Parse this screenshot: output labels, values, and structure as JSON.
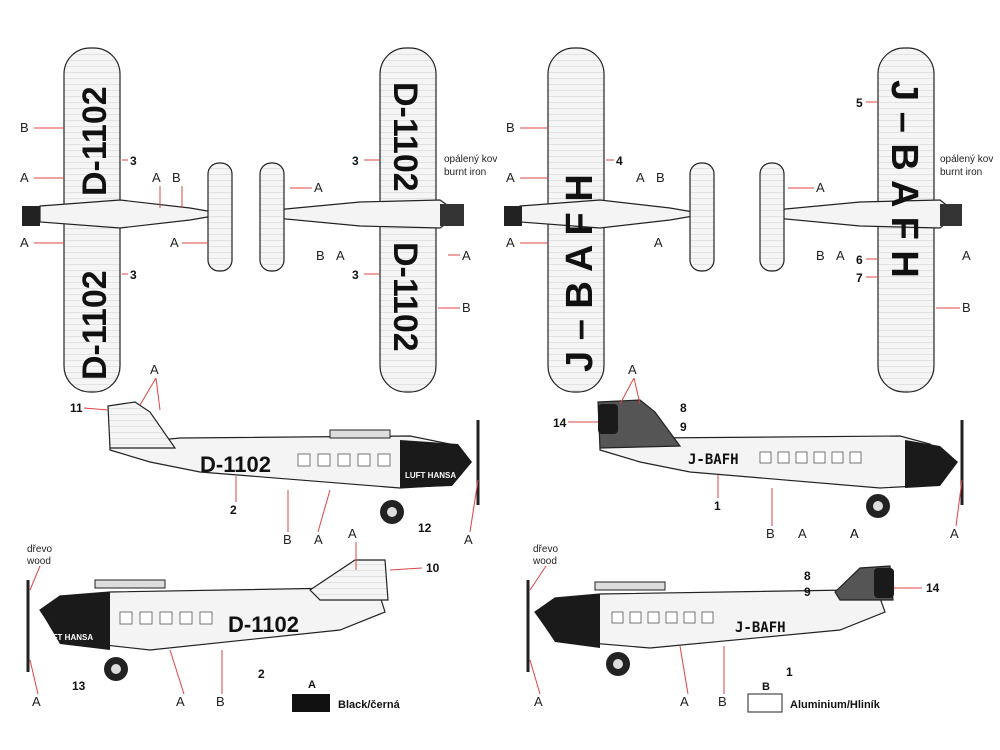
{
  "registrations": {
    "german": "D-1102",
    "german_split_a": "D-1102",
    "german_split_b": "D-1102",
    "japanese": "J-BAFH",
    "japanese_spaced": "J – B A F H"
  },
  "livery_text": {
    "luft_hansa": "LUFT HANSA"
  },
  "notes": {
    "burnt_iron_cz": "opálený kov",
    "burnt_iron_en": "burnt iron",
    "wood_cz": "dřevo",
    "wood_en": "wood"
  },
  "callouts": {
    "A": "A",
    "B": "B",
    "n1": "1",
    "n2": "2",
    "n3": "3",
    "n4": "4",
    "n5": "5",
    "n6": "6",
    "n7": "7",
    "n8": "8",
    "n9": "9",
    "n10": "10",
    "n11": "11",
    "n12": "12",
    "n13": "13",
    "n14": "14"
  },
  "legend": {
    "a_code": "A",
    "a_label": "Black/černá",
    "a_color": "#111111",
    "b_code": "B",
    "b_label": "Aluminium/Hliník",
    "b_color": "#ffffff"
  },
  "colors": {
    "aluminium": "#f4f4f4",
    "black": "#1a1a1a",
    "leader": "#dd4444",
    "panel_line": "#c8c8c8"
  }
}
